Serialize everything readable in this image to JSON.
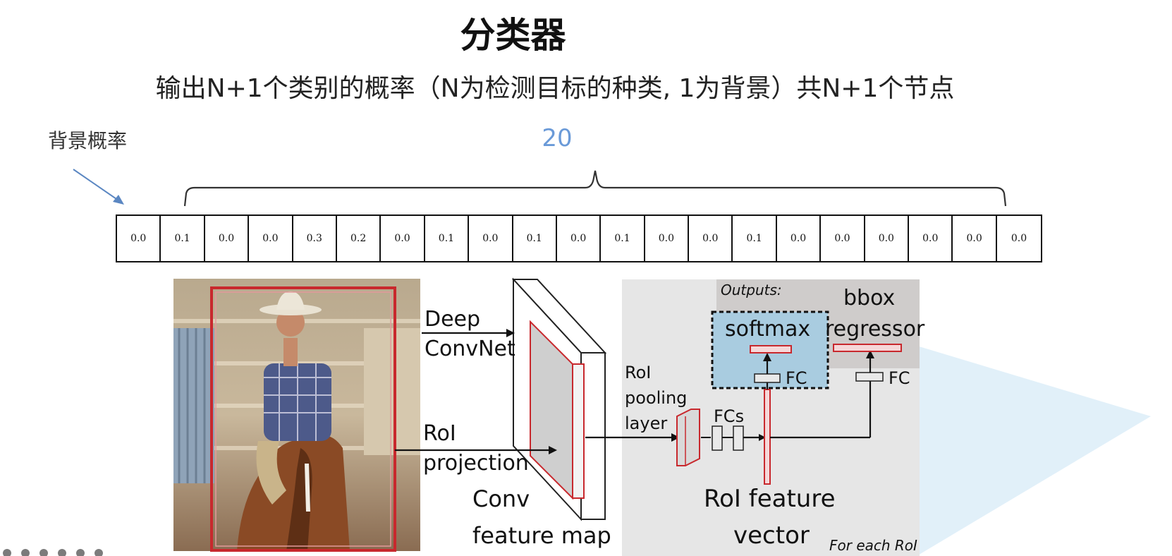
{
  "title": "分类器",
  "subtitle": "输出N+1个类别的概率（N为检测目标的种类, 1为背景）共N+1个节点",
  "background_label": "背景概率",
  "class_count_label": "20",
  "probabilities": [
    "0.0",
    "0.1",
    "0.0",
    "0.0",
    "0.3",
    "0.2",
    "0.0",
    "0.1",
    "0.0",
    "0.1",
    "0.0",
    "0.1",
    "0.0",
    "0.0",
    "0.1",
    "0.0",
    "0.0",
    "0.0",
    "0.0",
    "0.0",
    "0.0"
  ],
  "diagram": {
    "deep_convnet_label_1": "Deep",
    "deep_convnet_label_2": "ConvNet",
    "roi_projection_label_1": "RoI",
    "roi_projection_label_2": "projection",
    "conv_feature_map_label_1": "Conv",
    "conv_feature_map_label_2": "feature map",
    "roi_pooling_label_1": "RoI",
    "roi_pooling_label_2": "pooling",
    "roi_pooling_label_3": "layer",
    "fcs_label": "FCs",
    "outputs_label": "Outputs:",
    "softmax_label": "softmax",
    "bbox_label_1": "bbox",
    "bbox_label_2": "regressor",
    "fc_label_left": "FC",
    "fc_label_right": "FC",
    "roi_feature_label_1": "RoI feature",
    "roi_feature_label_2": "vector",
    "for_each_roi_label": "For each RoI"
  },
  "colors": {
    "accent_blue": "#6a9ad8",
    "box_red": "#c8282d",
    "panel_gray": "#e6e6e6",
    "softmax_blue": "#a9cce0",
    "play_overlay": "#dcedf8"
  }
}
